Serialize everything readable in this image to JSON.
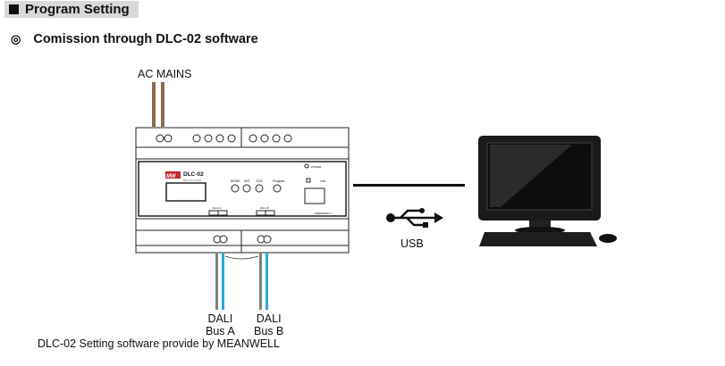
{
  "header": {
    "title": "Program Setting"
  },
  "section": {
    "bullet": "◎",
    "title": "Comission through DLC-02 software"
  },
  "diagram": {
    "ac_mains": "AC MAINS",
    "device": {
      "model": "DLC-02",
      "subtitle": "DALI Controller",
      "brand": "MW",
      "buttons": [
        "MODE",
        "SET",
        "ESC"
      ],
      "program": "Program",
      "power": "POWER",
      "usb": "USB",
      "dali_a": "DALI-A",
      "dali_b": "DALI-B",
      "emergency": "EMERGENCY"
    },
    "usb_label": "USB",
    "bus_a": {
      "line1": "DALI",
      "line2": "Bus A"
    },
    "bus_b": {
      "line1": "DALI",
      "line2": "Bus B"
    }
  },
  "footer": {
    "note": "DLC-02 Setting software provide by MEANWELL"
  },
  "colors": {
    "wire_brown": "#8b6a4f",
    "wire_blue": "#29a9e0",
    "wire_gray": "#808080"
  }
}
